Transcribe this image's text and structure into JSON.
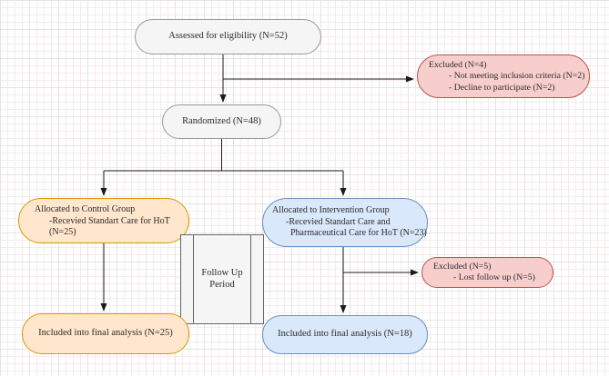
{
  "canvas": {
    "background": "#ffffff",
    "grid_minor_color": "#f5ebec",
    "grid_major_color": "#e4e4e8"
  },
  "colors": {
    "neutral_fill": "#f5f5f5",
    "neutral_border": "#999999",
    "excluded_fill": "#f8cecc",
    "excluded_border": "#b85450",
    "control_fill": "#ffe6cc",
    "control_border": "#d79b00",
    "intervention_fill": "#dae8fc",
    "intervention_border": "#6c8ebf",
    "process_border": "#666666",
    "arrow_color": "#1a1a1a"
  },
  "boxes": {
    "assessed": {
      "text": "Assessed for eligibility (N=52)"
    },
    "excluded_top": {
      "lines": [
        "Excluded (N=4)",
        "- Not meeting inclusion criteria (N=2)",
        "- Decline to participate (N=2)"
      ]
    },
    "randomized": {
      "text": "Randomized (N=48)"
    },
    "allocated_control": {
      "lines": [
        "Allocated to Control Group",
        "-Recevied Standart Care for HoT",
        "(N=25)"
      ]
    },
    "allocated_intervention": {
      "lines": [
        "Allocated to Intervention Group",
        "-Recevied Standart Care and",
        "Pharmaceutical Care for HoT (N=23)"
      ]
    },
    "follow_up": {
      "lines": [
        "Follow Up",
        "Period"
      ]
    },
    "excluded_mid": {
      "lines": [
        "Excluded (N=5)",
        "- Lost follow up (N=5)"
      ]
    },
    "included_control": {
      "text": "Included into final analysis (N=25)"
    },
    "included_intervention": {
      "text": "Included into final analysis (N=18)"
    }
  }
}
